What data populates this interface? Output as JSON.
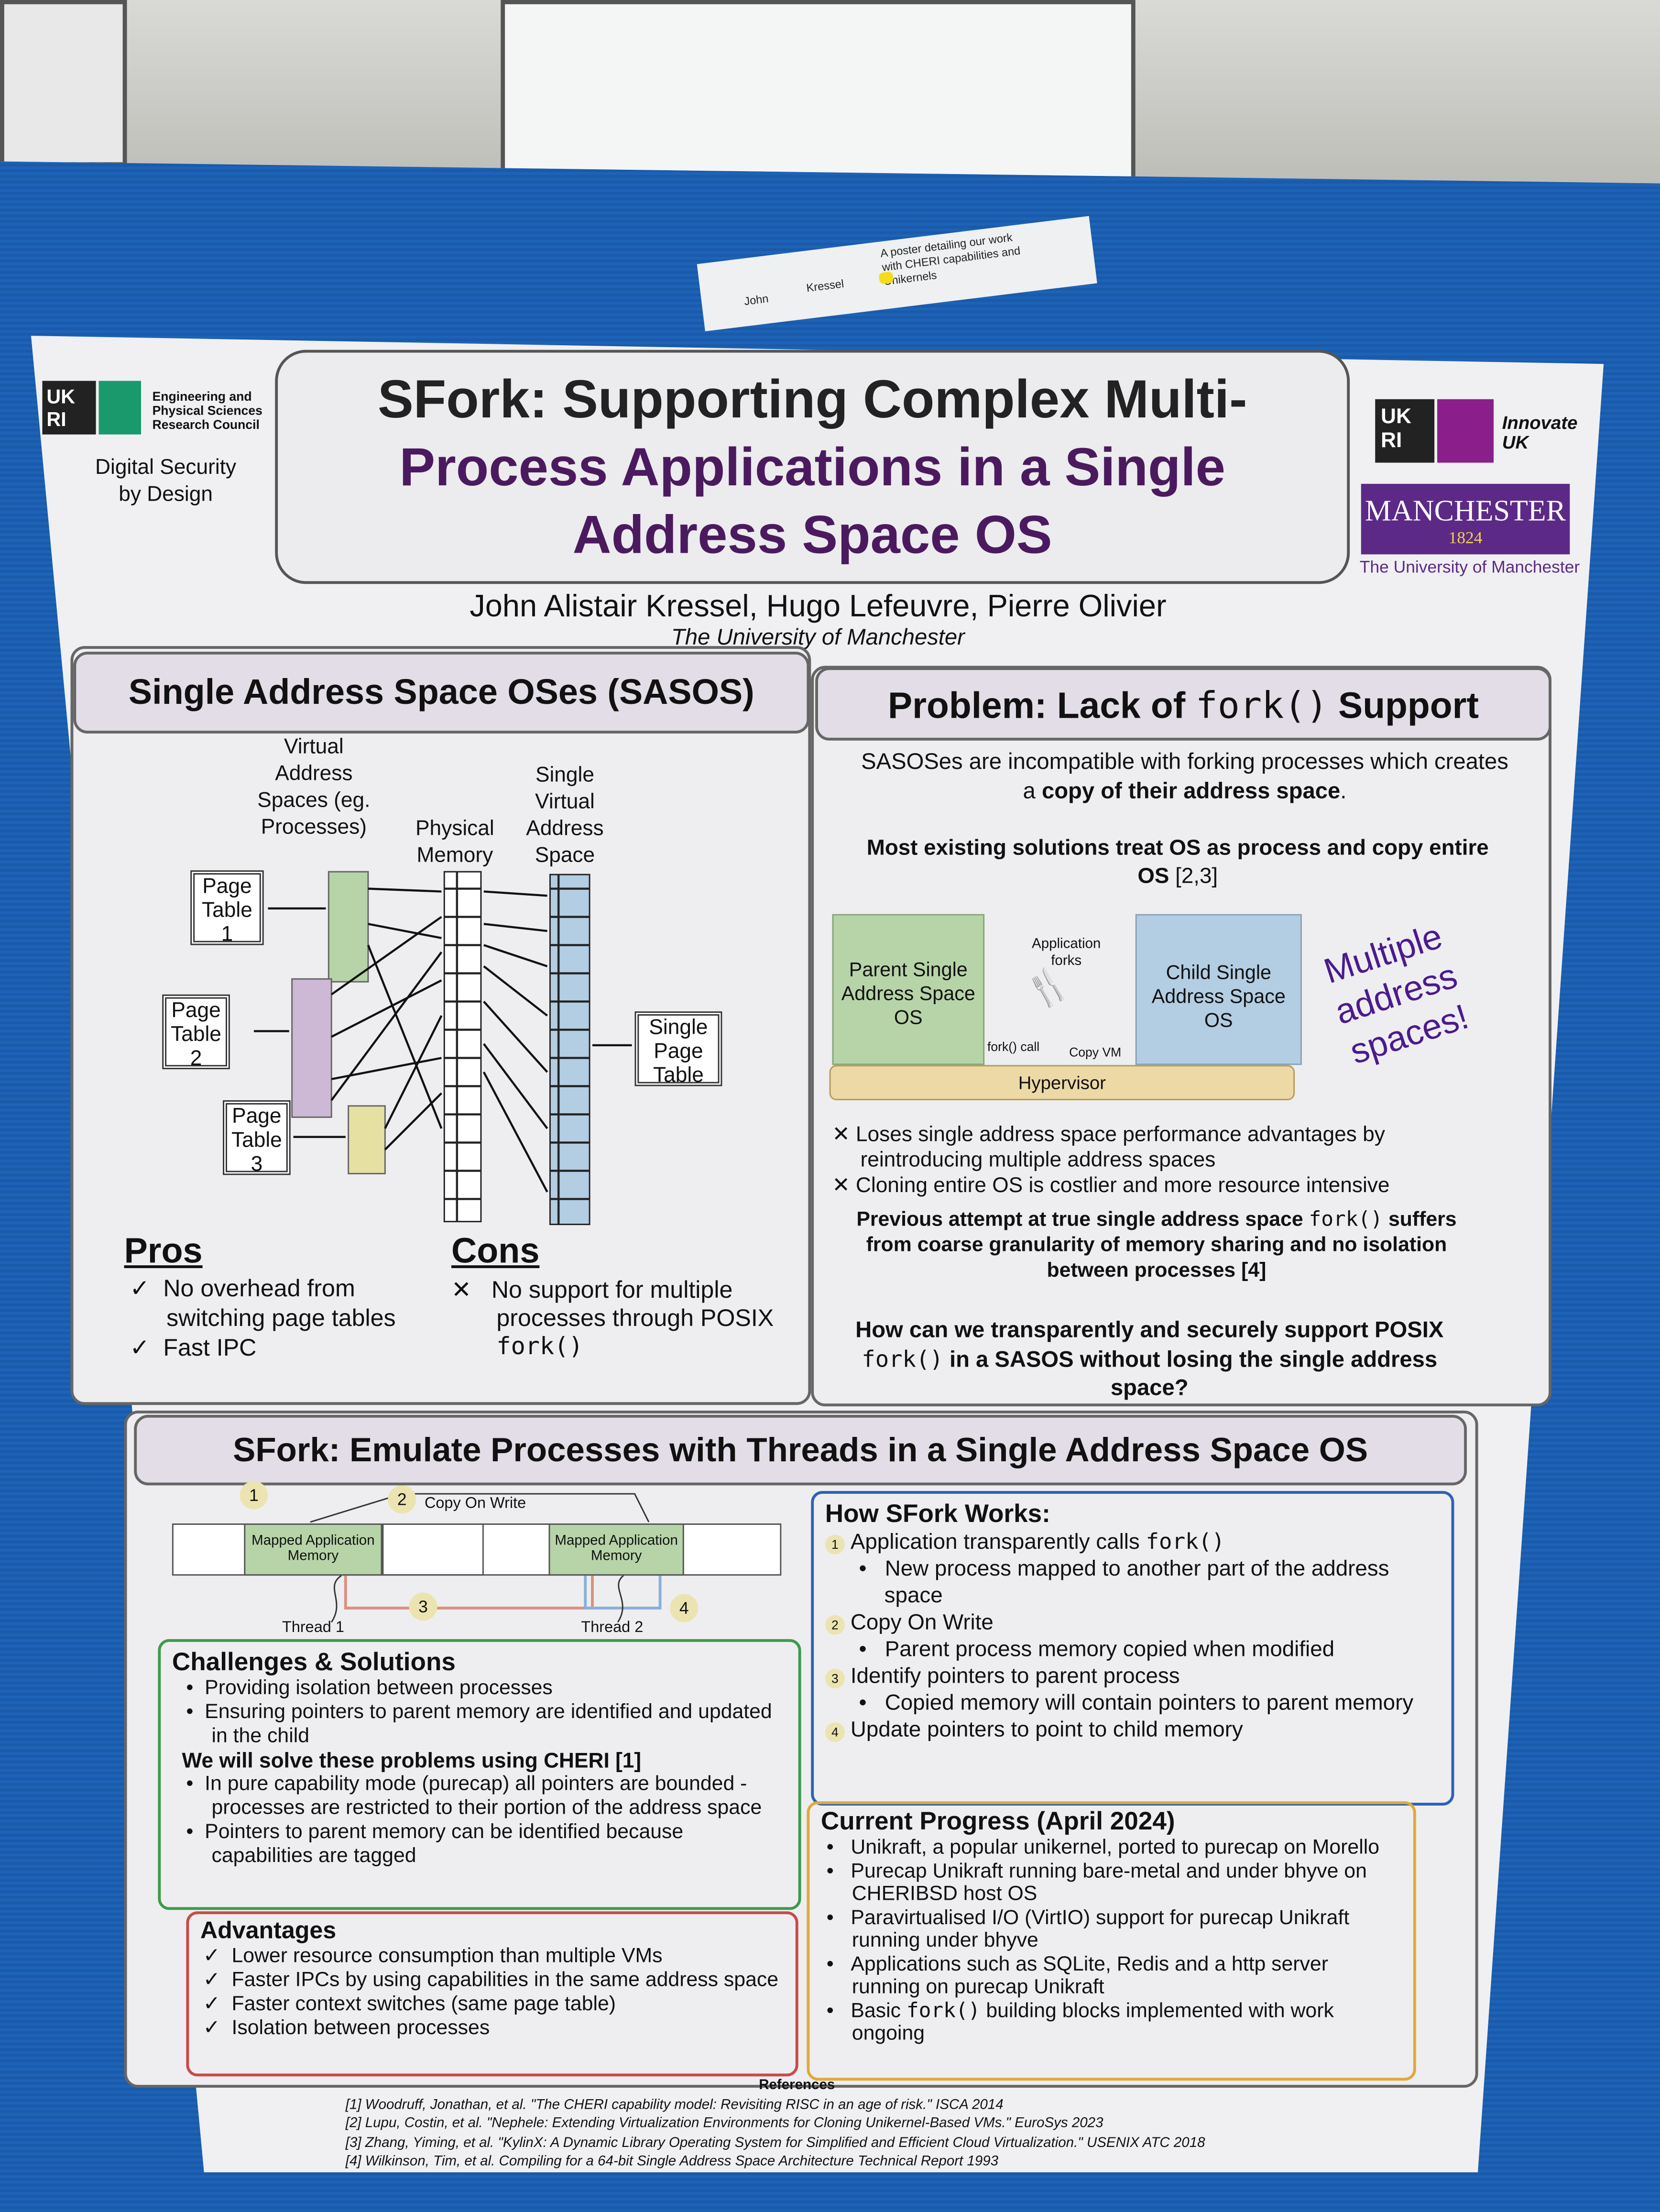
{
  "note": {
    "first": "John",
    "last": "Kressel",
    "desc": "A poster detailing our work with CHERI capabilities and Unikernels"
  },
  "logos": {
    "ukri": "UK RI",
    "epsrc": "Engineering and Physical Sciences Research Council",
    "dsbd": "Digital Security by Design",
    "innovate": "Innovate UK",
    "manchester": "MANCHESTER",
    "manchester_year": "1824",
    "manchester_sub": "The University of Manchester"
  },
  "title": {
    "line1": "SFork: Supporting Complex Multi-",
    "line2": "Process Applications in a Single",
    "line3": "Address Space OS"
  },
  "authors": "John Alistair Kressel, Hugo Lefeuvre, Pierre Olivier",
  "affiliation": "The University of Manchester",
  "sasos": {
    "heading": "Single Address Space OSes (SASOS)",
    "diagram": {
      "virtual": "Virtual Address Spaces (eg. Processes)",
      "physical": "Physical Memory",
      "single": "Single Virtual Address Space",
      "pt1": "Page Table 1",
      "pt2": "Page Table 2",
      "pt3": "Page Table 3",
      "spt": "Single Page Table"
    },
    "pros_title": "Pros",
    "pros": [
      "No overhead from switching page tables",
      "Fast IPC"
    ],
    "cons_title": "Cons",
    "cons_text": "No support for multiple processes through POSIX",
    "cons_code": "fork()"
  },
  "problem": {
    "heading_pre": "Problem: Lack of",
    "heading_code": "fork()",
    "heading_post": "Support",
    "intro_a": "SASOSes are incompatible with forking processes which creates a",
    "intro_b": "copy of their address space",
    "most": "Most existing solutions treat OS as process and copy entire OS",
    "most_ref": "[2,3]",
    "diagram": {
      "parent": "Parent Single Address Space OS",
      "child": "Child Single Address Space OS",
      "forks": "Application forks",
      "fork_call": "fork() call",
      "copy_vm": "Copy VM",
      "hypervisor": "Hypervisor",
      "multiple": "Multiple address spaces!"
    },
    "drawbacks": [
      "Loses single address space performance advantages by reintroducing multiple address spaces",
      "Cloning entire OS is costlier and more resource intensive"
    ],
    "previous_a": "Previous attempt at true single address space",
    "previous_code": "fork()",
    "previous_b": "suffers from coarse granularity of memory sharing and no isolation between processes [4]",
    "question_a": "How can we transparently and securely support POSIX",
    "question_code": "fork()",
    "question_b": "in a SASOS without losing the single address space?"
  },
  "sfork": {
    "heading": "SFork: Emulate Processes with Threads in a Single Address Space OS",
    "diagram": {
      "mem1": "Mapped Application Memory",
      "mem2": "Mapped Application Memory",
      "cow": "Copy On Write",
      "thread1": "Thread 1",
      "thread2": "Thread 2",
      "n1": "1",
      "n2": "2",
      "n3": "3",
      "n4": "4"
    },
    "challenges": {
      "title": "Challenges & Solutions",
      "items": [
        "Providing isolation between processes",
        "Ensuring pointers to parent memory are identified and updated in the child"
      ],
      "solve": "We will solve these problems using CHERI [1]",
      "cheri": [
        "In pure capability mode (purecap) all pointers are bounded -  processes are restricted to their portion of the address space",
        "Pointers to parent memory can be identified because capabilities are tagged"
      ]
    },
    "advantages": {
      "title": "Advantages",
      "items": [
        "Lower resource consumption than multiple VMs",
        "Faster IPCs by using capabilities in the same address space",
        "Faster context switches (same page table)",
        "Isolation between processes"
      ]
    },
    "how": {
      "title": "How SFork Works:",
      "steps": [
        {
          "n": "1",
          "text": "Application transparently calls",
          "code": "fork()",
          "sub": "New process mapped to another part of the address space"
        },
        {
          "n": "2",
          "text": "Copy On Write",
          "code": "",
          "sub": "Parent process memory copied when modified"
        },
        {
          "n": "3",
          "text": "Identify pointers to parent process",
          "code": "",
          "sub": "Copied memory will contain pointers to parent memory"
        },
        {
          "n": "4",
          "text": "Update pointers to point to child memory",
          "code": "",
          "sub": ""
        }
      ]
    },
    "progress": {
      "title": "Current Progress (April 2024)",
      "items": [
        "Unikraft, a popular unikernel, ported to purecap on Morello",
        "Purecap Unikraft running bare-metal and under bhyve on CHERIBSD host OS",
        "Paravirtualised I/O (VirtIO) support for purecap Unikraft running under bhyve",
        "Applications such as SQLite, Redis and a http server running on purecap Unikraft"
      ],
      "last_a": "Basic",
      "last_code": "fork()",
      "last_b": "building blocks implemented with work ongoing"
    }
  },
  "references": {
    "title": "References",
    "items": [
      "[1] Woodruff, Jonathan, et al. \"The CHERI capability model: Revisiting RISC in an age of risk.\" ISCA 2014",
      "[2] Lupu, Costin, et al. \"Nephele: Extending Virtualization Environments for Cloning Unikernel-Based VMs.\" EuroSys 2023",
      "[3] Zhang, Yiming, et al. \"KylinX: A Dynamic Library Operating System for Simplified and Efficient Cloud Virtualization.\" USENIX ATC 2018",
      "[4] Wilkinson, Tim, et al. Compiling for a 64-bit Single Address Space Architecture Technical Report 1993"
    ]
  },
  "colors": {
    "board": "#1a5fb4",
    "purple": "#4b1a5e",
    "green": "#b7d4a8",
    "blue": "#b3cde3",
    "purplebox": "#cdb8d6",
    "yellow": "#e6e0a3",
    "hypervisor": "#ecd9a6"
  }
}
